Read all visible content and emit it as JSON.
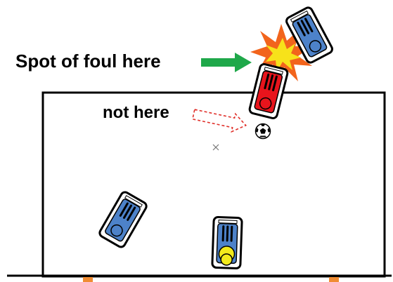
{
  "labels": {
    "foul_spot": "Spot of foul here",
    "not_here": "not here"
  },
  "colors": {
    "field_line": "#000000",
    "robot_blue": "#4d82c9",
    "robot_red": "#e8141c",
    "robot_outline": "#000000",
    "robot_frame": "#ffffff",
    "wheel": "#8a8a8a",
    "goalie_marker": "#f2ea1c",
    "correct_arrow": "#1fa84a",
    "wrong_arrow": "#e0302a",
    "impact_outer": "#f2641c",
    "impact_inner": "#f7e21a",
    "goal_post": "#f08c33",
    "center_mark": "#777777"
  },
  "robots": [
    {
      "id": "blue-top-right",
      "team": "blue",
      "role": "player"
    },
    {
      "id": "red-at-line",
      "team": "red",
      "role": "player"
    },
    {
      "id": "blue-bottom-left",
      "team": "blue",
      "role": "player"
    },
    {
      "id": "blue-goalie",
      "team": "blue",
      "role": "goalie"
    }
  ],
  "icons": {
    "ball": "soccer-ball-icon",
    "impact": "collision-burst-icon",
    "center_mark": "center-cross-icon"
  }
}
